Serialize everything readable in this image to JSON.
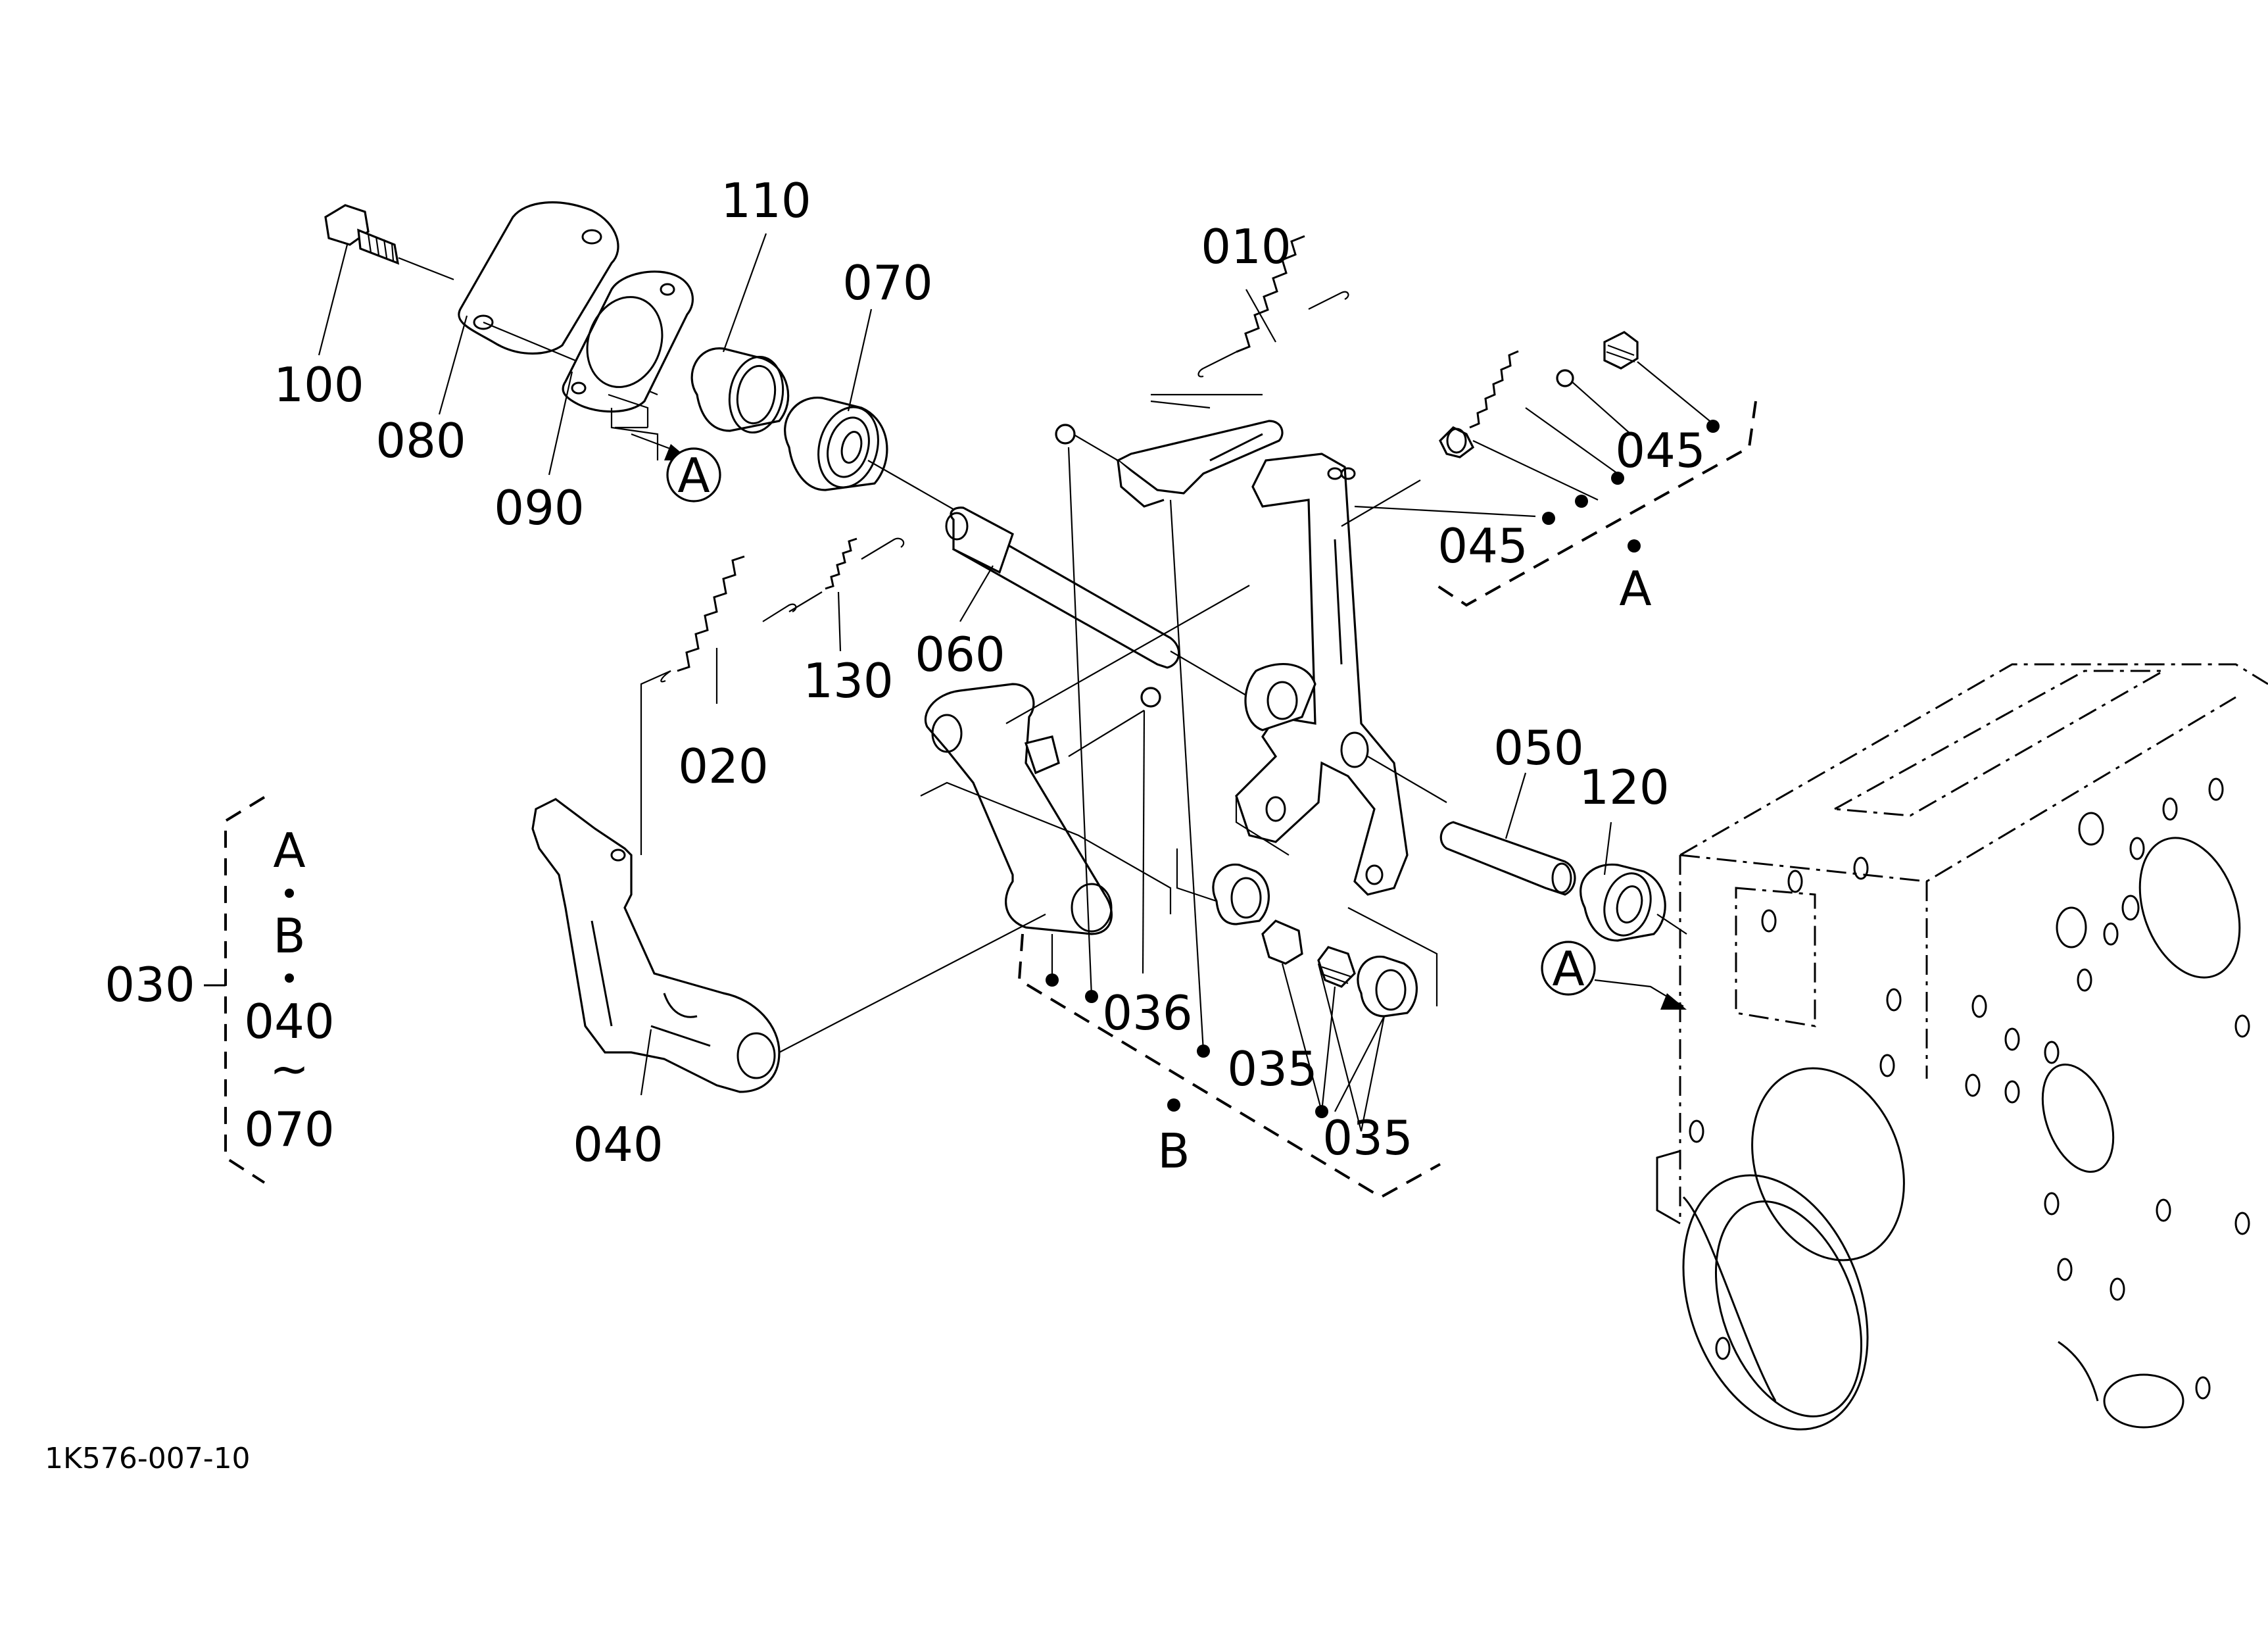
{
  "diagram": {
    "callouts": {
      "p010": "010",
      "p020": "020",
      "p030": "030",
      "p035a": "035",
      "p035b": "035",
      "p036": "036",
      "p040": "040",
      "p045a": "045",
      "p045b": "045",
      "p050": "050",
      "p060": "060",
      "p070": "070",
      "p080": "080",
      "p090": "090",
      "p100": "100",
      "p110": "110",
      "p120": "120",
      "p130": "130"
    },
    "group_labels": {
      "group_a": "A",
      "group_b": "B"
    },
    "reference_marks": {
      "ref_a_upper": "A",
      "ref_a_lower": "A"
    },
    "assembly_note": {
      "line1": "A",
      "line2": "B",
      "line3": "040",
      "line4": "~",
      "line5": "070"
    },
    "drawing_number": "1K576-007-10"
  }
}
